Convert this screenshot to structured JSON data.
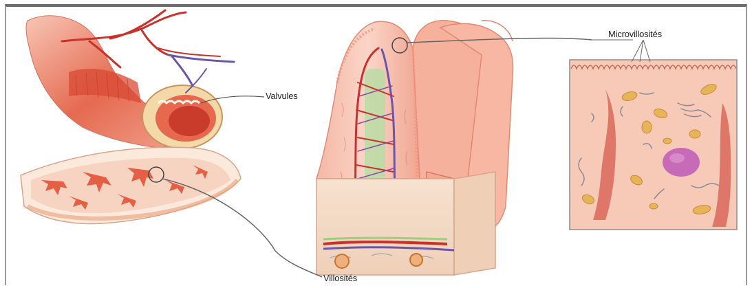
{
  "labels": {
    "valvules": "Valvules",
    "microvillosites": "Microvillosités",
    "villosites": "Villosités"
  },
  "colors": {
    "tissue_pink": "#f4b6a3",
    "muscle_red": "#e0553c",
    "artery_red": "#c8322a",
    "vein_purple": "#6a55a8",
    "lymph_green": "#b9dca4",
    "cell_fill": "#f7c9b7",
    "nucleus": "#c76ab8",
    "organelle_yellow": "#e8b45a"
  }
}
